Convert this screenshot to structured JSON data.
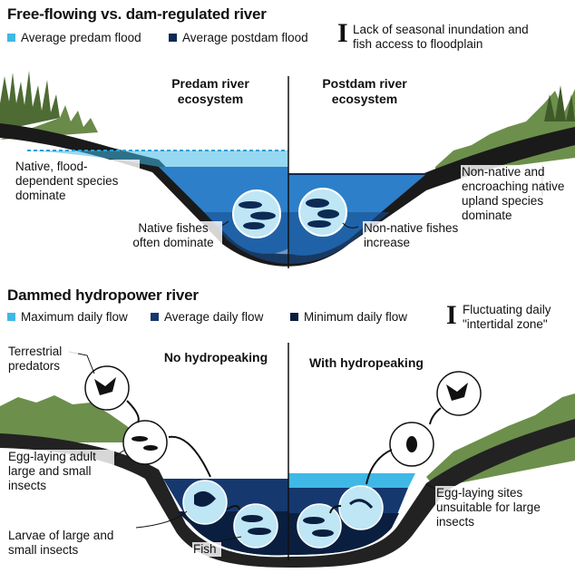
{
  "top": {
    "title": "Free-flowing vs. dam-regulated river",
    "legend": [
      {
        "label": "Average predam flood",
        "color": "#3fb8e6"
      },
      {
        "label": "Average postdam flood",
        "color": "#0d2a55"
      }
    ],
    "note_glyph": "I",
    "note": "Lack of seasonal inundation and fish access to floodplain",
    "left_heading": "Predam river ecosystem",
    "right_heading": "Postdam river ecosystem",
    "labels": {
      "native_species": "Native, flood-dependent species dominate",
      "native_fishes": "Native fishes often dominate",
      "nonnative_fishes": "Non-native fishes increase",
      "nonnative_upland": "Non-native and encroaching native upland species dominate"
    }
  },
  "bottom": {
    "title": "Dammed hydropower river",
    "legend": [
      {
        "label": "Maximum daily flow",
        "color": "#3fb8e6"
      },
      {
        "label": "Average daily flow",
        "color": "#15386e"
      },
      {
        "label": "Minimum daily flow",
        "color": "#0a1f3f"
      }
    ],
    "note_glyph": "I",
    "note": "Fluctuating daily \"intertidal zone\"",
    "left_heading": "No hydropeaking",
    "right_heading": "With hydropeaking",
    "labels": {
      "terrestrial_predators": "Terrestrial predators",
      "egg_laying_adults": "Egg-laying adult large and small insects",
      "larvae": "Larvae of large and small insects",
      "fish": "Fish",
      "egg_sites": "Egg-laying sites unsuitable for large insects"
    }
  },
  "colors": {
    "water_light": "#3fb8e6",
    "water_mid": "#2d7fc9",
    "water_dark": "#0d2a55",
    "riverbed": "#3a3a3a",
    "vegetation": "#5a7a3a"
  }
}
